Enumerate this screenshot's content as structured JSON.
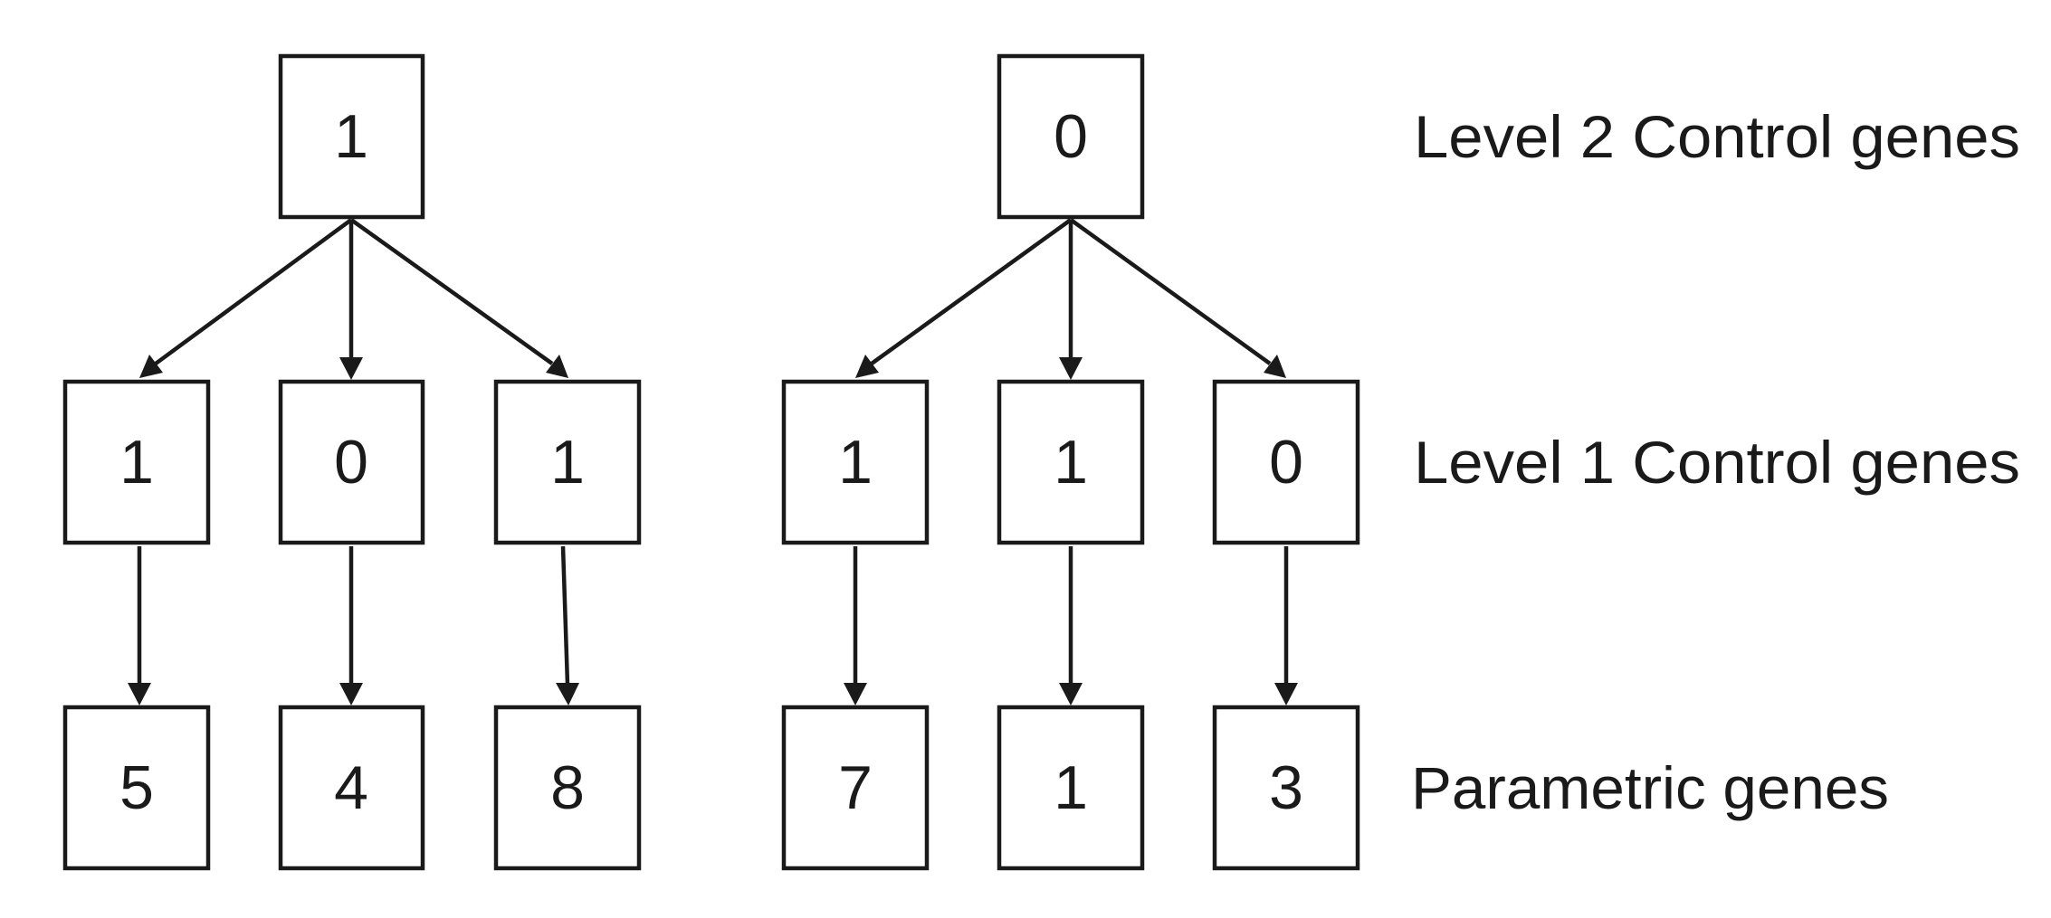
{
  "trees": [
    {
      "root": "1",
      "level1": [
        "1",
        "0",
        "1"
      ],
      "parametric": [
        "5",
        "4",
        "8"
      ]
    },
    {
      "root": "0",
      "level1": [
        "1",
        "1",
        "0"
      ],
      "parametric": [
        "7",
        "1",
        "3"
      ]
    }
  ],
  "labels": {
    "level2": "Level 2  Control genes",
    "level1": "Level 1  Control genes",
    "parametric": "Parametric genes"
  },
  "colors": {
    "stroke": "#1a1a1a",
    "background": "#ffffff"
  }
}
